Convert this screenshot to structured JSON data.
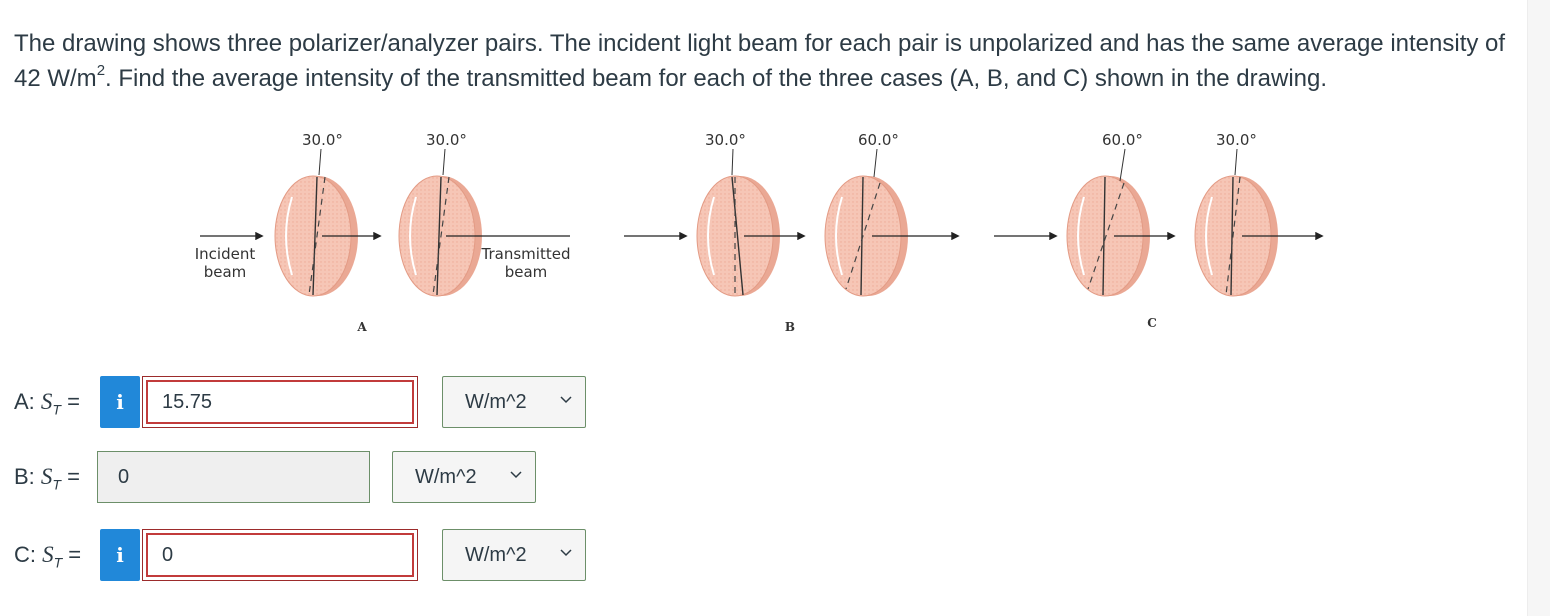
{
  "question": {
    "text_before_sup": "The drawing shows three polarizer/analyzer pairs. The incident light beam for each pair is unpolarized and has the same average intensity of 42 W/m",
    "sup": "2",
    "text_after_sup": ". Find the average intensity of the transmitted beam for each of the three cases (A, B, and C) shown in the drawing."
  },
  "figure": {
    "incident_label": [
      "Incident",
      "beam"
    ],
    "transmitted_label": [
      "Transmitted",
      "beam"
    ],
    "cases": [
      {
        "name": "A",
        "angles": [
          "30.0°",
          "30.0°"
        ]
      },
      {
        "name": "B",
        "angles": [
          "30.0°",
          "60.0°"
        ]
      },
      {
        "name": "C",
        "angles": [
          "60.0°",
          "30.0°"
        ]
      }
    ],
    "colors": {
      "disk_fill": "#f6c4b3",
      "disk_edge": "#e49a82",
      "beam": "#222222"
    }
  },
  "answers": [
    {
      "prefix": "A: ",
      "var": "S",
      "sub": "T",
      "eq": " =",
      "value": "15.75",
      "unit": "W/m^2",
      "has_info": true,
      "info_glyph": "i"
    },
    {
      "prefix": "B: ",
      "var": "S",
      "sub": "T",
      "eq": " =",
      "value": "0",
      "unit": "W/m^2",
      "has_info": false
    },
    {
      "prefix": "C: ",
      "var": "S",
      "sub": "T",
      "eq": " =",
      "value": "0",
      "unit": "W/m^2",
      "has_info": true,
      "info_glyph": "i"
    }
  ]
}
